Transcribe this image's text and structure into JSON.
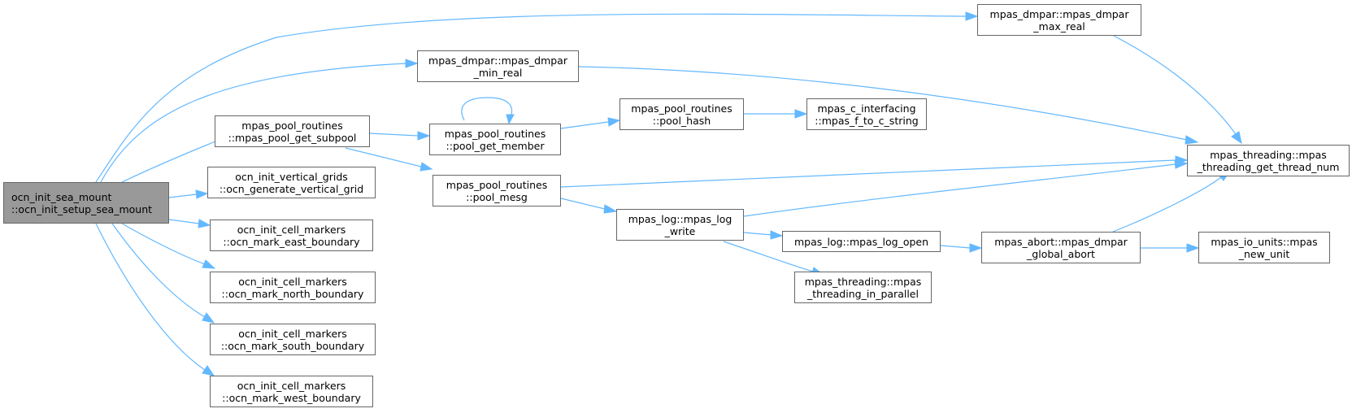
{
  "diagram": {
    "nodes": [
      {
        "id": "n0",
        "lines": [
          "ocn_init_sea_mount",
          "::ocn_init_setup_sea_mount"
        ],
        "root": true
      },
      {
        "id": "n1",
        "lines": [
          "mpas_dmpar::mpas_dmpar",
          "_max_real"
        ]
      },
      {
        "id": "n2",
        "lines": [
          "mpas_dmpar::mpas_dmpar",
          "_min_real"
        ]
      },
      {
        "id": "n3",
        "lines": [
          "mpas_pool_routines",
          "::mpas_pool_get_subpool"
        ]
      },
      {
        "id": "n4",
        "lines": [
          "ocn_init_vertical_grids",
          "::ocn_generate_vertical_grid"
        ]
      },
      {
        "id": "n5",
        "lines": [
          "ocn_init_cell_markers",
          "::ocn_mark_east_boundary"
        ]
      },
      {
        "id": "n6",
        "lines": [
          "ocn_init_cell_markers",
          "::ocn_mark_north_boundary"
        ]
      },
      {
        "id": "n7",
        "lines": [
          "ocn_init_cell_markers",
          "::ocn_mark_south_boundary"
        ]
      },
      {
        "id": "n8",
        "lines": [
          "ocn_init_cell_markers",
          "::ocn_mark_west_boundary"
        ]
      },
      {
        "id": "n9",
        "lines": [
          "mpas_pool_routines",
          "::pool_get_member"
        ]
      },
      {
        "id": "n10",
        "lines": [
          "mpas_pool_routines",
          "::pool_mesg"
        ]
      },
      {
        "id": "n11",
        "lines": [
          "mpas_pool_routines",
          "::pool_hash"
        ]
      },
      {
        "id": "n12",
        "lines": [
          "mpas_c_interfacing",
          "::mpas_f_to_c_string"
        ]
      },
      {
        "id": "n13",
        "lines": [
          "mpas_threading::mpas",
          "_threading_get_thread_num"
        ]
      },
      {
        "id": "n14",
        "lines": [
          "mpas_log::mpas_log",
          "_write"
        ]
      },
      {
        "id": "n15",
        "lines": [
          "mpas_log::mpas_log_open"
        ]
      },
      {
        "id": "n16",
        "lines": [
          "mpas_threading::mpas",
          "_threading_in_parallel"
        ]
      },
      {
        "id": "n17",
        "lines": [
          "mpas_abort::mpas_dmpar",
          "_global_abort"
        ]
      },
      {
        "id": "n18",
        "lines": [
          "mpas_io_units::mpas",
          "_new_unit"
        ]
      }
    ],
    "edges": [
      [
        "n0",
        "n1"
      ],
      [
        "n0",
        "n2"
      ],
      [
        "n0",
        "n3"
      ],
      [
        "n0",
        "n4"
      ],
      [
        "n0",
        "n5"
      ],
      [
        "n0",
        "n6"
      ],
      [
        "n0",
        "n7"
      ],
      [
        "n0",
        "n8"
      ],
      [
        "n1",
        "n13"
      ],
      [
        "n2",
        "n13"
      ],
      [
        "n3",
        "n9"
      ],
      [
        "n3",
        "n10"
      ],
      [
        "n9",
        "n9"
      ],
      [
        "n9",
        "n11"
      ],
      [
        "n11",
        "n12"
      ],
      [
        "n10",
        "n13"
      ],
      [
        "n10",
        "n14"
      ],
      [
        "n14",
        "n13"
      ],
      [
        "n14",
        "n15"
      ],
      [
        "n14",
        "n16"
      ],
      [
        "n15",
        "n17"
      ],
      [
        "n17",
        "n13"
      ],
      [
        "n17",
        "n18"
      ]
    ],
    "colors": {
      "edge": "#63b8ff",
      "root_fill": "#999999",
      "node_border": "#666666"
    }
  }
}
